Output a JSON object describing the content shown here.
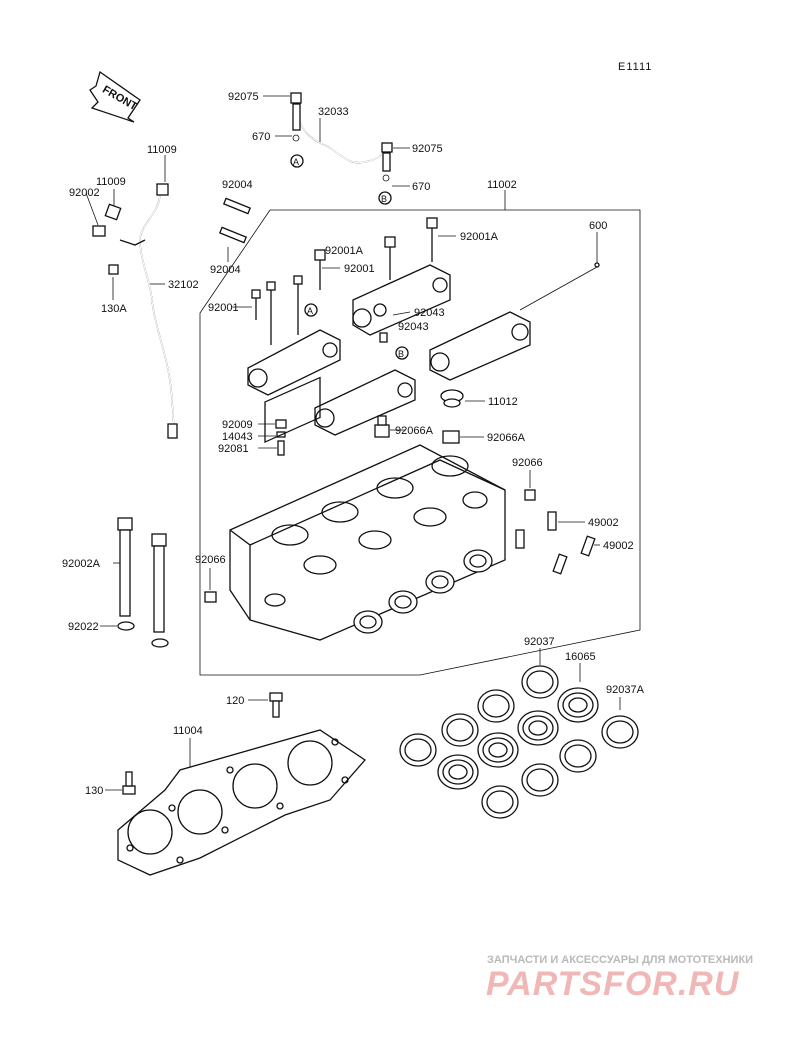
{
  "diagram_code": "E1111",
  "front_label": "FRONT",
  "watermark": {
    "tagline": "ЗАПЧАСТИ И АКСЕССУАРЫ ДЛЯ МОТОТЕХНИКИ",
    "brand": "PARTSFOR.RU"
  },
  "part_labels": {
    "p92075_top": "92075",
    "p32033": "32033",
    "p670_top": "670",
    "p92075_right": "92075",
    "p670_right": "670",
    "p11009_a": "11009",
    "p11009_b": "11009",
    "p92002": "92002",
    "p130A": "130A",
    "p32102": "32102",
    "p92004_top": "92004",
    "p92004_bot": "92004",
    "p11002": "11002",
    "p92001A_right": "92001A",
    "p600": "600",
    "p92001A_mid": "92001A",
    "p92001_mid": "92001",
    "p92001_left": "92001",
    "p92043_a": "92043",
    "p92043_b": "92043",
    "p11012": "11012",
    "p92009": "92009",
    "p14043": "14043",
    "p92081": "92081",
    "p92066A_a": "92066A",
    "p92066A_b": "92066A",
    "p92066_right": "92066",
    "p49002_a": "49002",
    "p49002_b": "49002",
    "p92066_left": "92066",
    "p92002A": "92002A",
    "p92022": "92022",
    "p92037": "92037",
    "p16065": "16065",
    "p92037A": "92037A",
    "p120": "120",
    "p11004": "11004",
    "p130": "130"
  },
  "callouts": {
    "a_top": "A",
    "b_top": "B",
    "a_mid": "A",
    "b_mid": "B"
  }
}
